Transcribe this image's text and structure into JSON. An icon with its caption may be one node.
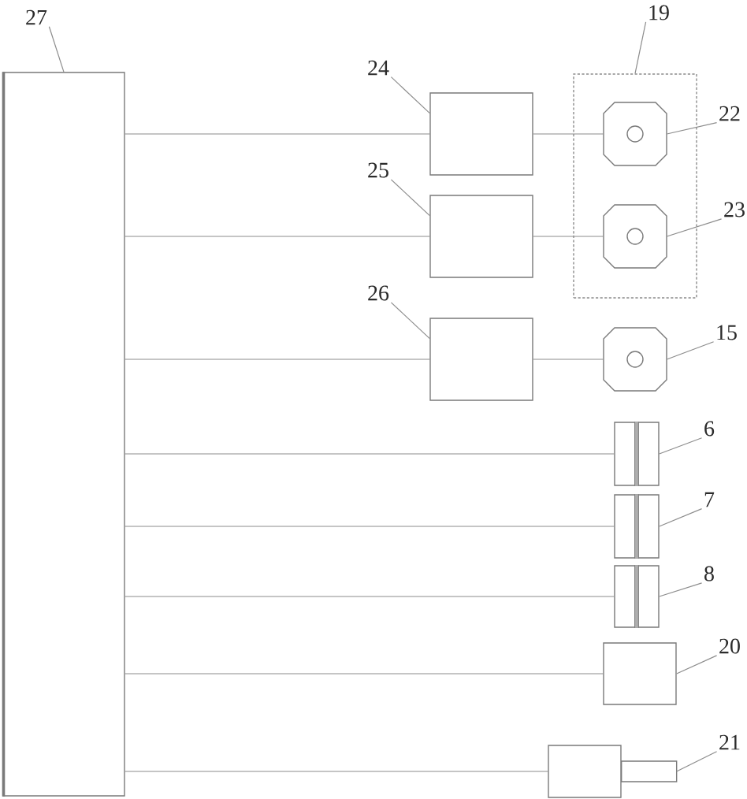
{
  "diagram": {
    "nodes": [
      {
        "text": [
          "27"
        ]
      },
      {
        "text": [],
        "shape": "box"
      },
      {
        "text": [
          "19"
        ]
      },
      {
        "text": [],
        "shape": "box"
      },
      {
        "text": [
          "24"
        ]
      },
      {
        "text": [],
        "shape": "box"
      },
      {
        "text": [],
        "shape": "octagon",
        "in": 3
      },
      {
        "text": [
          "22"
        ]
      },
      {
        "text": [
          "25"
        ]
      },
      {
        "text": [],
        "shape": "box"
      },
      {
        "text": [],
        "shape": "octagon",
        "in": 3
      },
      {
        "text": [
          "23"
        ]
      },
      {
        "text": [
          "26"
        ]
      },
      {
        "text": [],
        "shape": "box"
      },
      {
        "text": [],
        "shape": "octagon"
      },
      {
        "text": [
          "15"
        ]
      },
      {
        "text": [],
        "shape": "box"
      },
      {
        "text": [
          "6"
        ]
      },
      {
        "text": [],
        "shape": "box"
      },
      {
        "text": [
          "7"
        ]
      },
      {
        "text": [],
        "shape": "box"
      },
      {
        "text": [
          "8"
        ]
      },
      {
        "text": [],
        "shape": "box"
      },
      {
        "text": [
          "20"
        ]
      },
      {
        "text": [],
        "shape": "box"
      },
      {
        "text": [
          "21"
        ]
      }
    ],
    "edges": [
      {
        "from": 0,
        "to": 1,
        "arrow": "none"
      },
      {
        "from": 2,
        "to": 3,
        "arrow": "none"
      },
      {
        "from": 4,
        "to": 5,
        "arrow": "none"
      },
      {
        "from": 7,
        "to": 6,
        "arrow": "none"
      },
      {
        "from": 8,
        "to": 9,
        "arrow": "none"
      },
      {
        "from": 11,
        "to": 10,
        "arrow": "none"
      },
      {
        "from": 12,
        "to": 13,
        "arrow": "none"
      },
      {
        "from": 15,
        "to": 14,
        "arrow": "none"
      },
      {
        "from": 17,
        "to": 16,
        "arrow": "none"
      },
      {
        "from": 19,
        "to": 18,
        "arrow": "none"
      },
      {
        "from": 21,
        "to": 20,
        "arrow": "none"
      },
      {
        "from": 23,
        "to": 22,
        "arrow": "none"
      },
      {
        "from": 25,
        "to": 24,
        "arrow": "none"
      },
      {
        "from": 1,
        "to": 5,
        "arrow": "none"
      },
      {
        "from": 5,
        "to": 6,
        "arrow": "none"
      },
      {
        "from": 1,
        "to": 9,
        "arrow": "none"
      },
      {
        "from": 9,
        "to": 10,
        "arrow": "none"
      },
      {
        "from": 1,
        "to": 13,
        "arrow": "none"
      },
      {
        "from": 13,
        "to": 14,
        "arrow": "none"
      },
      {
        "from": 1,
        "to": 16,
        "arrow": "none"
      },
      {
        "from": 1,
        "to": 18,
        "arrow": "none"
      },
      {
        "from": 1,
        "to": 20,
        "arrow": "none"
      },
      {
        "from": 1,
        "to": 22,
        "arrow": "none"
      },
      {
        "from": 1,
        "to": 24,
        "arrow": "none"
      }
    ]
  }
}
